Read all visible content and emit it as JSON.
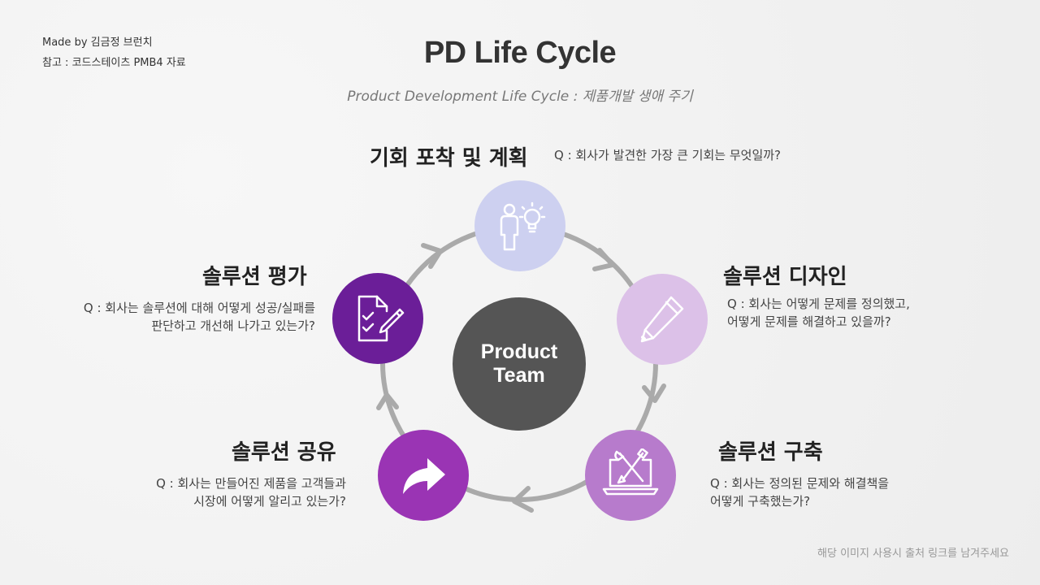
{
  "credits": {
    "made_by": "Made by 김금정 브런치",
    "reference": "참고 : 코드스테이츠 PMB4 자료"
  },
  "header": {
    "title": "PD Life Cycle",
    "subtitle": "Product Development Life Cycle : 제품개발 생애 주기"
  },
  "center": {
    "line1": "Product",
    "line2": "Team",
    "color": "#555555"
  },
  "stages": [
    {
      "title": "기회 포착 및 계획",
      "question_lines": [
        "Q : 회사가 발견한 가장 큰 기회는 무엇일까?"
      ],
      "icon": "person-lightbulb-icon",
      "color": "#cdd0f0"
    },
    {
      "title": "솔루션 디자인",
      "question_lines": [
        "Q : 회사는 어떻게 문제를 정의했고,",
        "어떻게 문제를 해결하고 있을까?"
      ],
      "icon": "pencil-icon",
      "color": "#dcc1e8"
    },
    {
      "title": "솔루션 구축",
      "question_lines": [
        "Q : 회사는 정의된 문제와 해결책을",
        "어떻게 구축했는가?"
      ],
      "icon": "laptop-tools-icon",
      "color": "#b77bcc"
    },
    {
      "title": "솔루션 공유",
      "question_lines": [
        "Q : 회사는 만들어진 제품을 고객들과",
        "시장에 어떻게 알리고 있는가?"
      ],
      "icon": "share-arrow-icon",
      "color": "#9a34b4"
    },
    {
      "title": "솔루션 평가",
      "question_lines": [
        "Q : 회사는 솔루션에 대해 어떻게 성공/실패를",
        "판단하고 개선해 나가고 있는가?"
      ],
      "icon": "checklist-pen-icon",
      "color": "#6b1e98"
    }
  ],
  "footer": "해당 이미지 사용시 출처 링크를 남겨주세요",
  "ring_color": "#aaaaaa"
}
